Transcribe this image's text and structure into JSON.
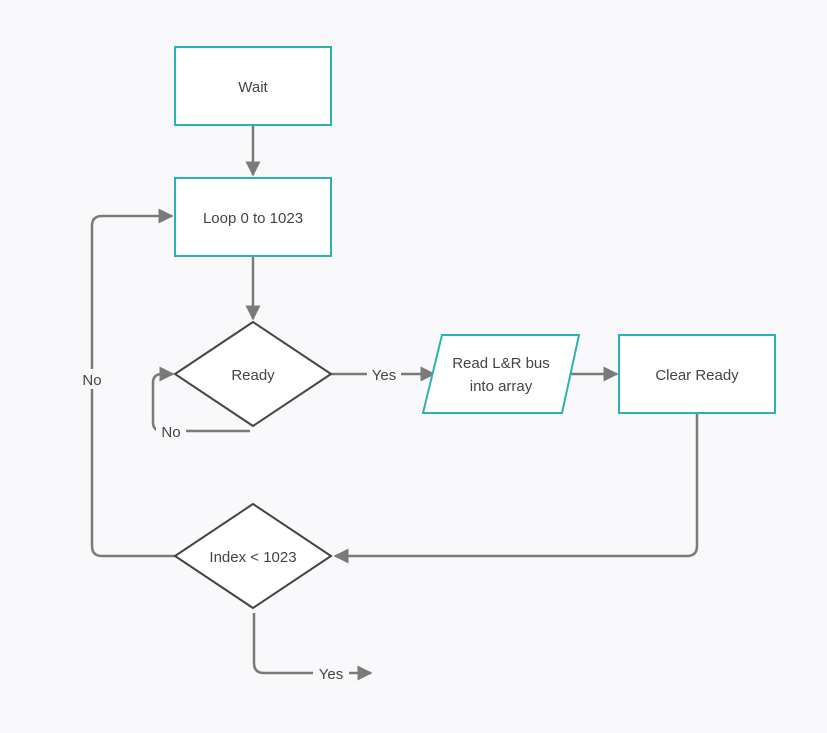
{
  "colors": {
    "background": "#f9f9fb",
    "process_stroke": "#2bb3ad",
    "decision_stroke": "#444444",
    "connector": "#7a7a7a",
    "text": "#444444"
  },
  "nodes": {
    "wait": "Wait",
    "loop": "Loop 0 to 1023",
    "ready": "Ready",
    "read_line1": "Read L&R bus",
    "read_line2": "into array",
    "clear": "Clear Ready",
    "index": "Index < 1023"
  },
  "edges": {
    "ready_yes": "Yes",
    "ready_no": "No",
    "index_no": "No",
    "index_yes": "Yes"
  }
}
